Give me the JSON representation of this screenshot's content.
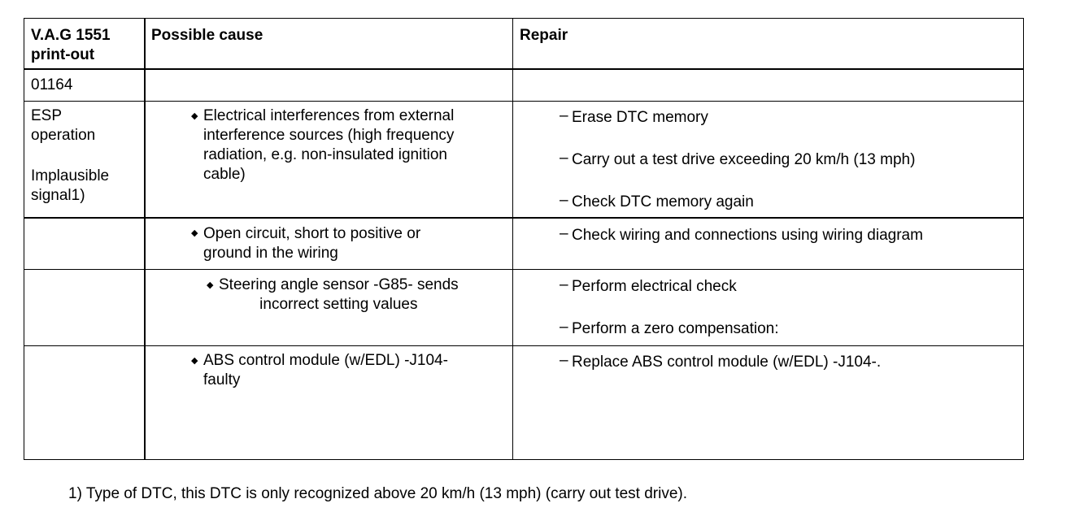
{
  "table": {
    "headers": {
      "col1": "V.A.G 1551\nprint-out",
      "col2": "Possible cause",
      "col3": "Repair"
    },
    "code": "01164",
    "fault": {
      "line1": "ESP\noperation",
      "line2": "Implausible\nsignal1)"
    },
    "causes": [
      {
        "marker": "◆",
        "text": "Electrical interferences from external\ninterference sources (high frequency\nradiation, e.g. non-insulated ignition\ncable)"
      },
      {
        "marker": "◆",
        "text": "Open circuit, short to positive or\nground in the wiring"
      },
      {
        "marker": "◆",
        "text": "Steering angle sensor -G85- sends\nincorrect setting values"
      },
      {
        "marker": "◆",
        "text": "ABS control module (w/EDL) -J104-\nfaulty"
      }
    ],
    "repairs": [
      {
        "dash": "–",
        "text": "Erase DTC memory"
      },
      {
        "dash": "–",
        "text": "Carry out a test drive exceeding 20 km/h (13 mph)"
      },
      {
        "dash": "–",
        "text": "Check DTC memory again"
      },
      {
        "dash": "–",
        "text": "Check wiring and connections using wiring diagram"
      },
      {
        "dash": "–",
        "text": "Perform electrical check"
      },
      {
        "dash": "–",
        "text": "Perform a zero compensation:"
      },
      {
        "dash": "–",
        "text": "Replace ABS control module (w/EDL) -J104-."
      }
    ]
  },
  "footnote": "1) Type of DTC, this DTC is only recognized above 20 km/h (13 mph) (carry out test drive)."
}
